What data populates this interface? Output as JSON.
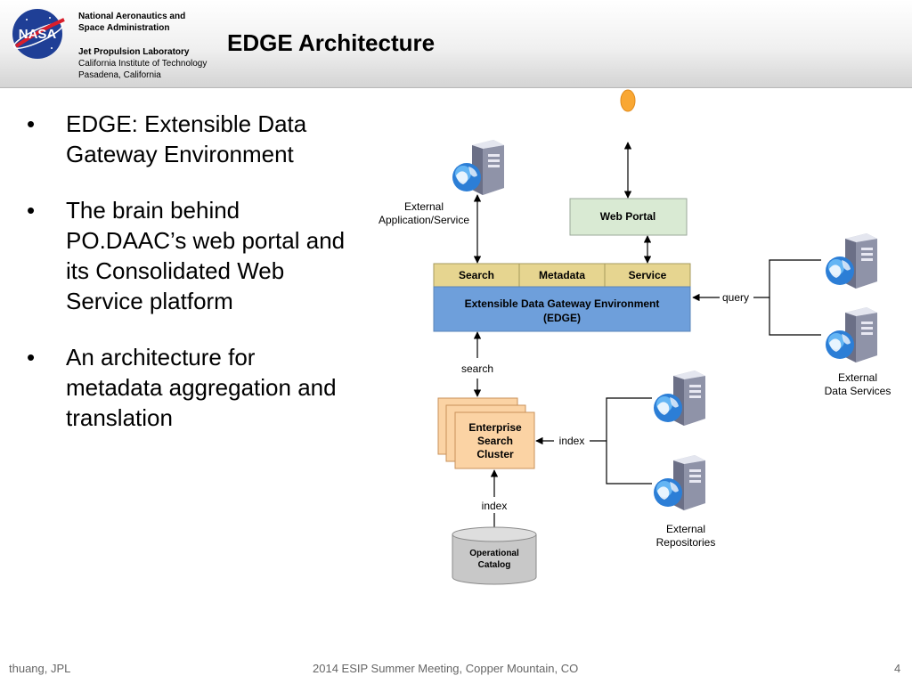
{
  "header": {
    "agency_lines": [
      "National Aeronautics and",
      "Space Administration"
    ],
    "lab_name": "Jet Propulsion Laboratory",
    "institute_lines": [
      "California Institute of Technology",
      "Pasadena, California"
    ],
    "logo_text": "NASA"
  },
  "slide": {
    "title": "EDGE Architecture",
    "bullets": [
      [
        "EDGE: Extensible Data",
        "Gateway Environment"
      ],
      [
        "The brain behind",
        "PO.DAAC’s web portal and",
        "its Consolidated Web",
        "Service platform"
      ],
      [
        "An architecture for",
        "metadata aggregation and",
        "translation"
      ]
    ]
  },
  "diagram": {
    "external_app_label": [
      "External",
      "Application/Service"
    ],
    "web_portal": "Web Portal",
    "modules": [
      "Search",
      "Metadata",
      "Service"
    ],
    "edge_box": [
      "Extensible Data Gateway Environment",
      "(EDGE)"
    ],
    "query_label": "query",
    "external_data_services": [
      "External",
      "Data Services"
    ],
    "search_label": "search",
    "cluster": [
      "Enterprise",
      "Search",
      "Cluster"
    ],
    "index_right_label": "index",
    "index_bottom_label": "index",
    "catalog": [
      "Operational",
      "Catalog"
    ],
    "external_repositories": [
      "External",
      "Repositories"
    ],
    "colors": {
      "web_portal_fill": "#d9ead3",
      "module_fill": "#e6d590",
      "edge_fill": "#6e9fdb",
      "cluster_fill": "#fbd3a4",
      "catalog_fill": "#c8c8c8",
      "user_orb": "#f9a733"
    }
  },
  "footer": {
    "left": "thuang, JPL",
    "center": "2014 ESIP Summer Meeting, Copper Mountain, CO",
    "page": "4"
  }
}
